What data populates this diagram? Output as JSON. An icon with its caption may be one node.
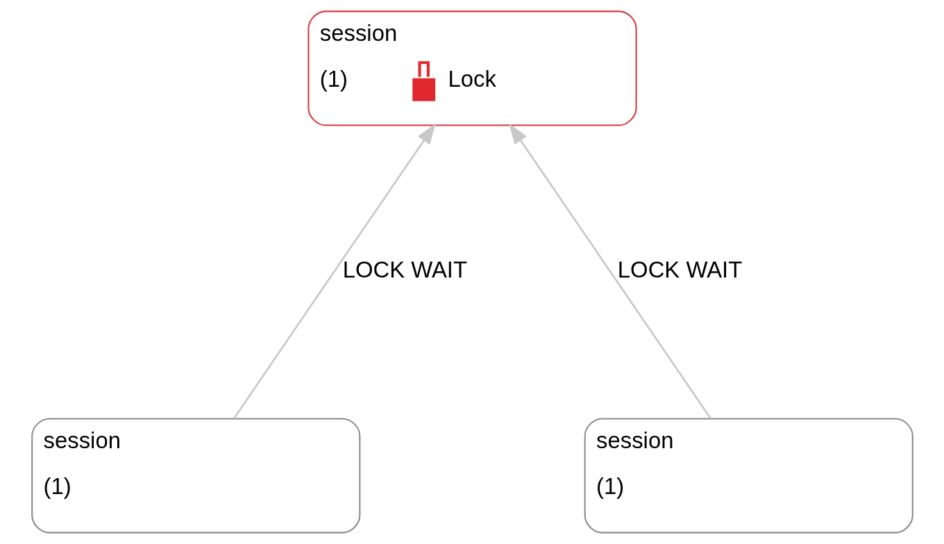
{
  "diagram": {
    "nodes": [
      {
        "text": [
          "session",
          "(1)",
          "Lock"
        ]
      },
      {
        "text": [
          "session",
          "(1)"
        ]
      },
      {
        "text": [
          "session",
          "(1)"
        ]
      }
    ],
    "edges": [
      {
        "from": 1,
        "to": 0,
        "arrow": "to",
        "label": "LOCK WAIT"
      },
      {
        "from": 2,
        "to": 0,
        "arrow": "to",
        "label": "LOCK WAIT"
      }
    ]
  }
}
